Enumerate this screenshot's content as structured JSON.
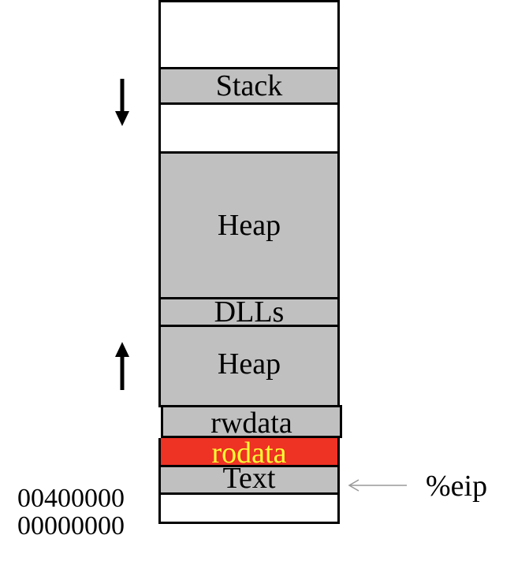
{
  "segments": {
    "top_empty": "",
    "stack": "Stack",
    "gap": "",
    "heap_upper": "Heap",
    "dlls": "DLLs",
    "heap_lower": "Heap",
    "rwdata": "rwdata",
    "rodata": "rodata",
    "text": "Text",
    "bottom_empty": ""
  },
  "addresses": {
    "text_start": "00400000",
    "zero": "00000000"
  },
  "pointer": {
    "label": "%eip"
  },
  "colors": {
    "segment_fill": "#c0c0c0",
    "rodata_fill": "#ee3224",
    "rodata_text": "#ffff33",
    "pointer_arrow": "#999999"
  },
  "icons": {
    "stack_growth": "arrow-down-icon",
    "heap_growth": "arrow-up-icon",
    "eip_pointer": "arrow-left-icon"
  }
}
